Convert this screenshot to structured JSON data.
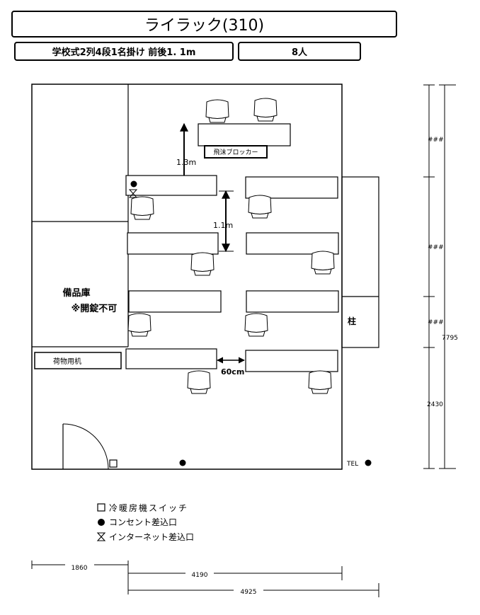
{
  "header": {
    "room_title": "ライラック(310)",
    "layout_desc": "学校式2列4段1名掛け 前後1. 1m",
    "capacity": "8人"
  },
  "plan": {
    "storage_label": "備品庫",
    "storage_note": "※開錠不可",
    "cargo_desk": "荷物用机",
    "splash_blocker": "飛沫ブロッカー",
    "pillar": "柱",
    "tel": "TEL",
    "gap_front": "1.3m",
    "gap_rows": "1.1m",
    "gap_aisle": "60cm"
  },
  "legend": {
    "switch": "冷暖房機スイッチ",
    "outlet": "コンセント差込口",
    "lan": "インターネット差込口"
  },
  "dimensions": {
    "right_1": "###",
    "right_2": "###",
    "right_3": "###",
    "right_total": "7795",
    "right_4": "2430",
    "bottom_1": "1860",
    "bottom_2": "4190",
    "bottom_3": "4925"
  }
}
